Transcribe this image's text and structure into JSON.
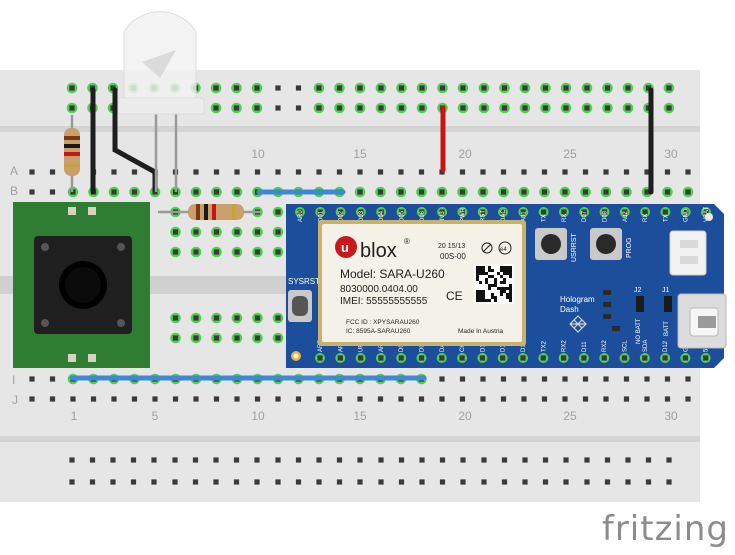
{
  "breadboard": {
    "row_labels": [
      "A",
      "B",
      "I",
      "J"
    ],
    "column_labels": [
      "1",
      "5",
      "10",
      "15",
      "20",
      "25",
      "30"
    ]
  },
  "pushbutton": {
    "label": ""
  },
  "module": {
    "brand_u": "u",
    "brand_blox": "blox",
    "brand_reg": "®",
    "date_code": "20  15/13",
    "lot": "00S-00",
    "model": "Model: SARA-U260",
    "part": "8030000.0404.00",
    "imei": "IMEI:  55555555555",
    "fcc": "FCC ID : XPYSARAU260",
    "ic": "IC: 8595A-SARAU260",
    "made_in": "Made In Austria",
    "ce": "CE",
    "e4": "e4"
  },
  "board": {
    "sysrst": "SYSRST",
    "usrrst": "USRRST",
    "prog": "PROG",
    "name_line1": "Hologram",
    "name_line2": "Dash",
    "j2": "J2",
    "j1": "J1",
    "no_batt": "NO BATT",
    "batt": "BATT",
    "top_pins": [
      "AR0",
      "D01",
      "D02",
      "D03",
      "D04",
      "D05",
      "D06",
      "3V3",
      "PWR",
      "RST",
      "DAC",
      "A01",
      "TX",
      "RX",
      "D07",
      "D08",
      "A02",
      "RX",
      "TX",
      "GND",
      "VBAT"
    ],
    "bottom_pins": [
      "AR7",
      "AR6",
      "UR5",
      "AR4",
      "D03",
      "D02",
      "DAC",
      "CKX",
      "D16",
      "D15",
      "D14",
      "TX2",
      "RX2",
      "D11",
      "RX2",
      "SCL",
      "SDA",
      "D12",
      "GND",
      "5V"
    ]
  },
  "footer": {
    "brand": "fritzing"
  },
  "colors": {
    "breadboard": "#e8e8e8",
    "hole": "#3a3a3a",
    "hole_highlight": "#4fd04f",
    "pcb_blue": "#1c4e9c",
    "button_pcb": "#2f7d32",
    "wire_black": "#1e1e1e",
    "wire_red": "#c81414",
    "wire_blue": "#3f88d6"
  }
}
